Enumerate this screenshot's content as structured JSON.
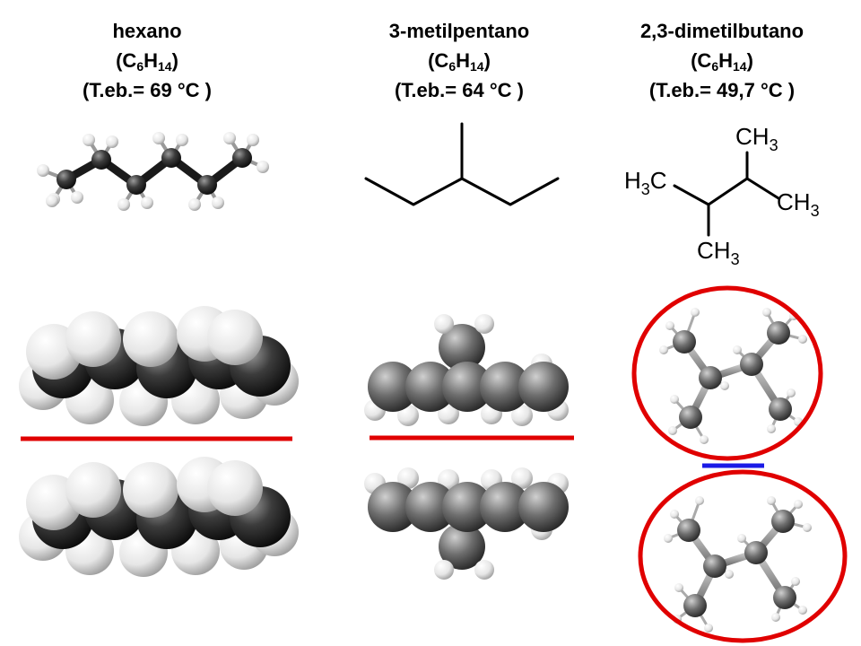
{
  "molecules": [
    {
      "name": "hexano",
      "formula_c": "C",
      "formula_c_sub": "6",
      "formula_h": "H",
      "formula_h_sub": "14",
      "bp": "(T.eb.= 69 °C )"
    },
    {
      "name": "3-metilpentano",
      "formula_c": "C",
      "formula_c_sub": "6",
      "formula_h": "H",
      "formula_h_sub": "14",
      "bp": "(T.eb.= 64 °C )"
    },
    {
      "name": "2,3-dimetilbutano",
      "formula_c": "C",
      "formula_c_sub": "6",
      "formula_h": "H",
      "formula_h_sub": "14",
      "bp": "(T.eb.= 49,7 °C )"
    }
  ],
  "structure_labels": {
    "top": {
      "c": "CH",
      "n": "3"
    },
    "left": {
      "h": "H",
      "n": "3",
      "c": "C"
    },
    "right": {
      "c": "CH",
      "n": "3"
    },
    "bottom": {
      "c": "CH",
      "n": "3"
    }
  },
  "colors": {
    "divider_red": "#e00000",
    "divider_blue": "#1a1ae6",
    "ellipse_red": "#e00000",
    "carbon": "#2a2a2a",
    "hydrogen": "#f2f2f2"
  }
}
